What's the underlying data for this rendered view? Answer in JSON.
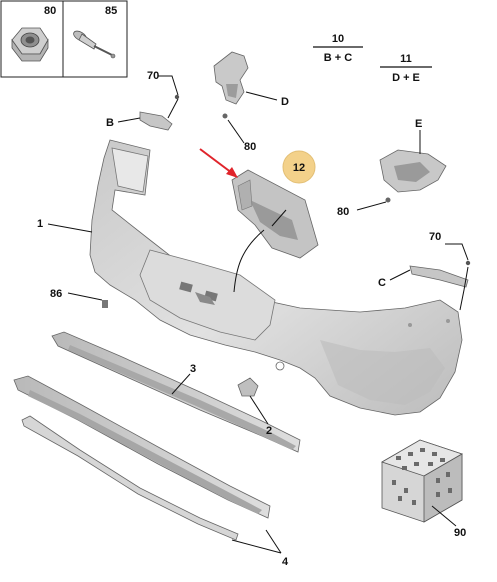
{
  "inset": {
    "items": [
      {
        "ref": "80",
        "icon": "hex-nut-icon"
      },
      {
        "ref": "85",
        "icon": "rivet-pin-icon"
      }
    ]
  },
  "callouts": {
    "p70_top": "70",
    "p70_right": "70",
    "pB": "B",
    "pC": "C",
    "pD": "D",
    "pE": "E",
    "p80_mid": "80",
    "p80_right": "80",
    "p12": "12",
    "p1": "1",
    "p86": "86",
    "p3": "3",
    "p2": "2",
    "p4": "4",
    "p90": "90"
  },
  "formulas": [
    {
      "num": "10",
      "den": "B + C"
    },
    {
      "num": "11",
      "den": "D + E"
    }
  ],
  "colors": {
    "highlight_badge": "#f3d18a",
    "arrow": "#e0242b",
    "part_fill": "#d3d3d3"
  }
}
